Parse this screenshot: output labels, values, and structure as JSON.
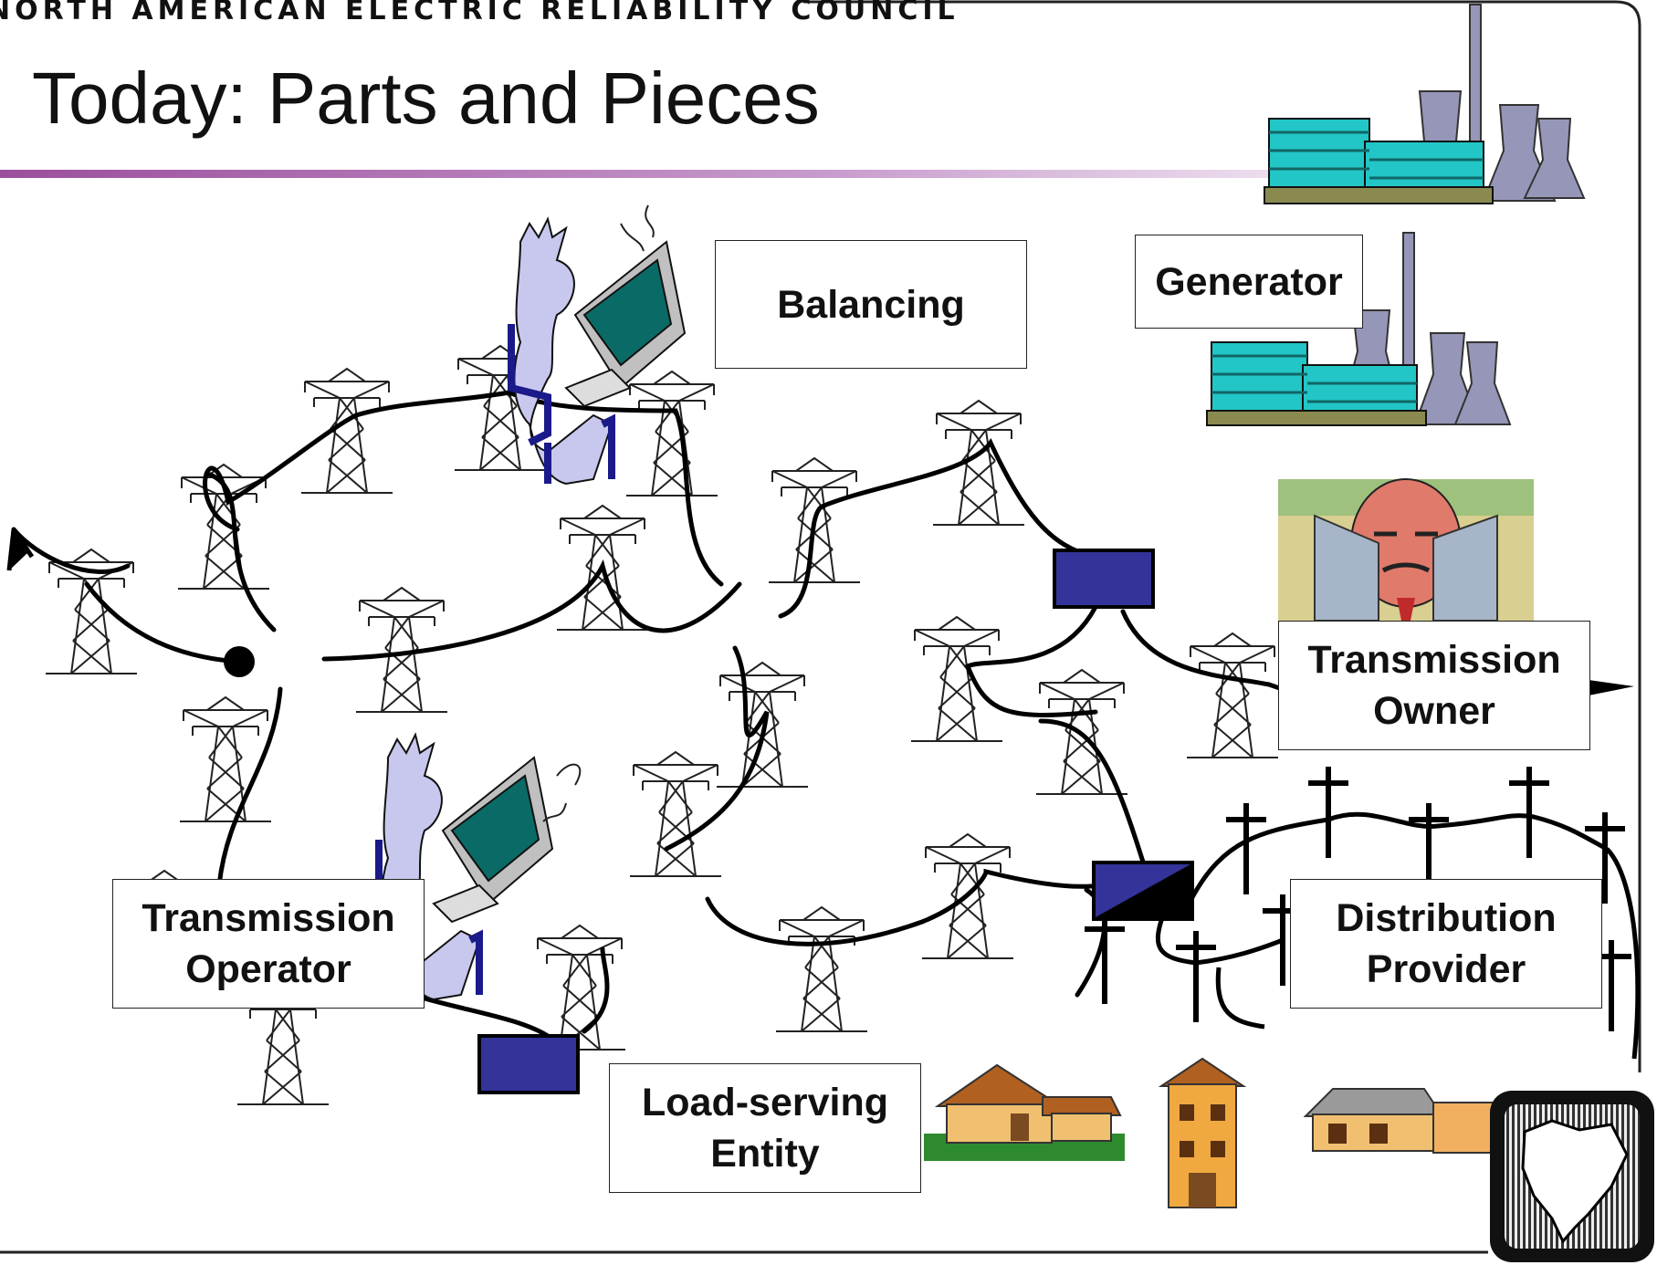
{
  "header": {
    "organization": "NORTH AMERICAN ELECTRIC RELIABILITY COUNCIL",
    "title": "Today: Parts and Pieces"
  },
  "labels": {
    "balancing": "Balancing",
    "generator": "Generator",
    "transmission_owner": "Transmission\nOwner",
    "transmission_operator": "Transmission\nOperator",
    "distribution_provider": "Distribution\nProvider",
    "load_serving_entity": "Load-serving\nEntity"
  },
  "colors": {
    "title_rule": "#9b4f9c",
    "substation": "#333399",
    "power_plant": "#22c6c6",
    "cooling_tower": "#9696b8"
  },
  "icons": [
    "power-plant-icon",
    "operator-at-computer-icon",
    "transmission-tower-icon",
    "substation-icon",
    "utility-pole-icon",
    "house-icon",
    "business-owner-clipart-icon",
    "north-america-map-logo-icon"
  ]
}
